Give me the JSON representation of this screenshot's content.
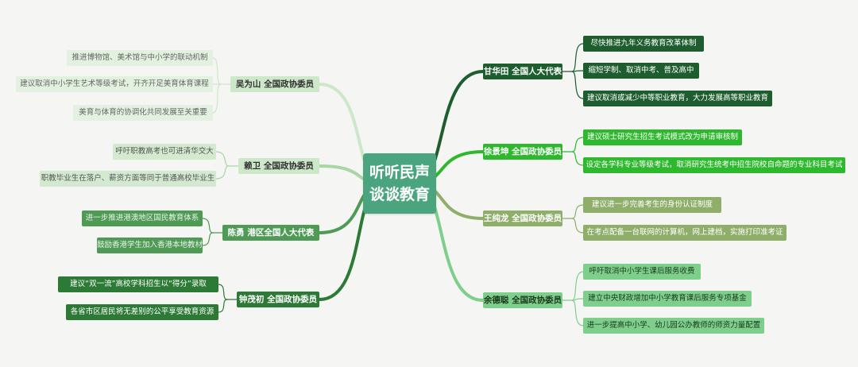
{
  "center": {
    "line1": "听听民声",
    "line2": "谈谈教育"
  },
  "colors": {
    "dark_green": "#1e5e2e",
    "bright_green": "#2eb82e",
    "olive": "#8fae6a",
    "light_green": "#7fcf8c",
    "pale_green": "#cde8c8",
    "mid_green": "#4f9a55"
  },
  "right": [
    {
      "rep": "甘华田  全国人大代表",
      "items": [
        "尽快推进九年义务教育改革体制",
        "缩短学制、取消中考、普及高中",
        "建议取消或减少中等职业教育，大力发展高等职业教育"
      ]
    },
    {
      "rep": "徐景坤  全国政协委员",
      "items": [
        "建议硕士研究生招生考试模式改为申请审核制",
        "设定各学科专业等级考试，取消研究生统考中招生院校自命题的专业科目考试"
      ]
    },
    {
      "rep": "王纯龙  全国政协委员",
      "items": [
        "建议进一步完善考生的身份认证制度",
        "在考点配备一台联网的计算机，网上建档，实施打印准考证"
      ]
    },
    {
      "rep": "余德聪  全国政协委员",
      "items": [
        "呼吁取消中小学生课后服务收费",
        "建立中央财政增加中小学教育课后服务专项基金",
        "进一步提高中小学、幼儿园公办教师的师资力量配置"
      ]
    }
  ],
  "left": [
    {
      "rep": "吴为山  全国政协委员",
      "items": [
        "推进博物馆、美术馆与中小学的联动机制",
        "建议取消中小学生艺术等级考试，开齐开足美育体育课程",
        "美育与体育的协调化共同发展至关重要"
      ]
    },
    {
      "rep": "赖卫  全国政协委员",
      "items": [
        "呼吁职教高考也可进清华交大",
        "职教毕业生在落户、薪资方面等同于普通高校毕业生"
      ]
    },
    {
      "rep": "陈勇  港区全国人大代表",
      "items": [
        "进一步推进港澳地区国民教育体系",
        "鼓励香港学生加入香港本地教材"
      ]
    },
    {
      "rep": "钟茂初  全国政协委员",
      "items": [
        "建议“双一流”高校学科招生以“得分”录取",
        "各省市区居民将无差别的公平享受教育资源"
      ]
    }
  ]
}
